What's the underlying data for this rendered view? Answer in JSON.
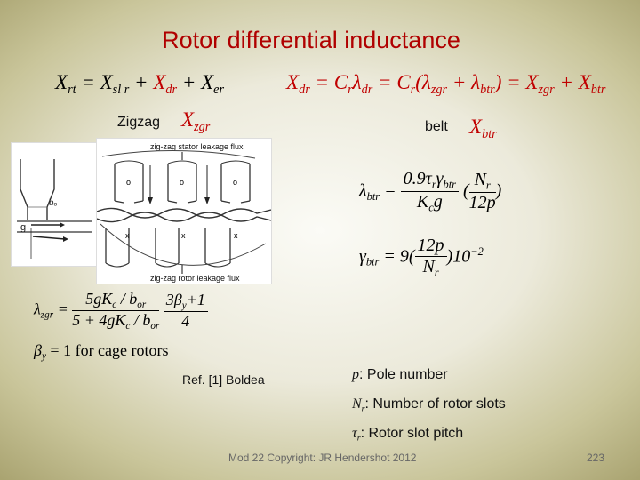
{
  "title": "Rotor differential inductance",
  "eq_top_left": {
    "lhs": "X",
    "lhs_sub": "rt",
    "t1": "X",
    "t1_sub": "sl r",
    "t2": "X",
    "t2_sub": "dr",
    "t3": "X",
    "t3_sub": "er"
  },
  "eq_top_right": {
    "a": "X",
    "a_sub": "dr",
    "b": "C",
    "b_sub": "r",
    "c": "λ",
    "c_sub": "dr",
    "d": "C",
    "d_sub": "r",
    "e": "λ",
    "e_sub": "zgr",
    "f": "λ",
    "f_sub": "btr",
    "g": "X",
    "g_sub": "zgr",
    "h": "X",
    "h_sub": "btr"
  },
  "zigzag": {
    "label": "Zigzag",
    "sym": "X",
    "sym_sub": "zgr"
  },
  "belt": {
    "label": "belt",
    "sym": "X",
    "sym_sub": "btr"
  },
  "figure": {
    "top_label": "zig-zag stator leakage flux",
    "bottom_label": "zig-zag rotor leakage flux",
    "bo": "bₒ",
    "g": "g",
    "o_marks": [
      "o",
      "o",
      "o"
    ],
    "x_marks": [
      "x",
      "x",
      "x"
    ]
  },
  "lambda_btr": {
    "lhs": "λ",
    "lhs_sub": "btr",
    "num": "0.9τ",
    "num_sub1": "r",
    "num_gamma": "γ",
    "num_sub2": "btr",
    "den": "K",
    "den_sub": "c",
    "den_g": "g",
    "n": "N",
    "n_sub": "r",
    "p": "12p"
  },
  "gamma_btr": {
    "lhs": "γ",
    "lhs_sub": "btr",
    "coef": "9",
    "num": "12p",
    "den": "N",
    "den_sub": "r",
    "pow": "10",
    "exp": "−2"
  },
  "lambda_zgr": {
    "lhs": "λ",
    "lhs_sub": "zgr",
    "num": "5gK",
    "num_sub": "c",
    "num_div": "/ b",
    "num_div_sub": "or",
    "den": "5 + 4gK",
    "den_sub": "c",
    "den_div": "/ b",
    "den_div_sub": "or",
    "f2_num": "3β",
    "f2_num_sub": "y",
    "f2_num_plus": "+1",
    "f2_den": "4"
  },
  "beta_y": {
    "lhs": "β",
    "lhs_sub": "y",
    "rhs": "= 1 for cage rotors"
  },
  "ref": "Ref. [1] Boldea",
  "defs": [
    {
      "sym": "p",
      "text": ": Pole number"
    },
    {
      "sym": "N",
      "sym_sub": "r",
      "text": ": Number of rotor slots"
    },
    {
      "sym": "τ",
      "sym_sub": "r",
      "text": ": Rotor slot pitch"
    }
  ],
  "footer": "Mod 22 Copyright: JR Hendershot 2012",
  "page_number": "223"
}
